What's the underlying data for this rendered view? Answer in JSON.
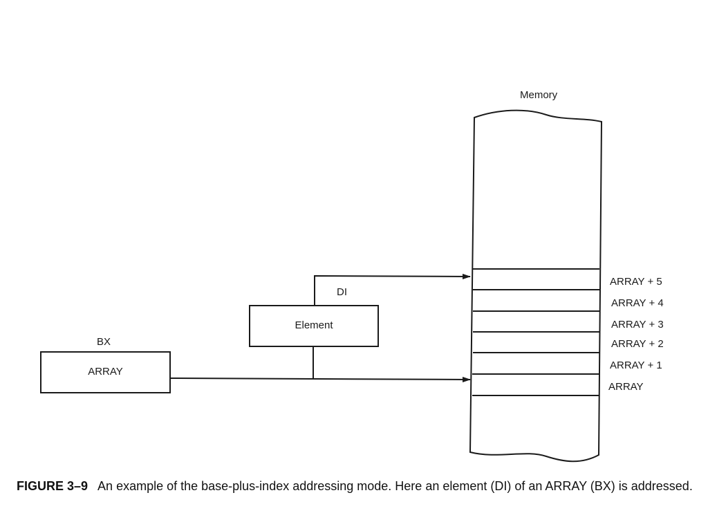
{
  "diagram": {
    "memory_title": "Memory",
    "bx_register_name": "BX",
    "bx_register_value": "ARRAY",
    "di_register_name": "DI",
    "di_register_value": "Element",
    "memory_cells": [
      {
        "label": "ARRAY + 5"
      },
      {
        "label": "ARRAY + 4"
      },
      {
        "label": "ARRAY + 3"
      },
      {
        "label": "ARRAY + 2"
      },
      {
        "label": "ARRAY + 1"
      },
      {
        "label": "ARRAY"
      }
    ]
  },
  "caption": {
    "figure_number": "FIGURE 3–9",
    "text": "An example of the base-plus-index addressing mode. Here an element (DI) of an ARRAY (BX) is addressed."
  }
}
